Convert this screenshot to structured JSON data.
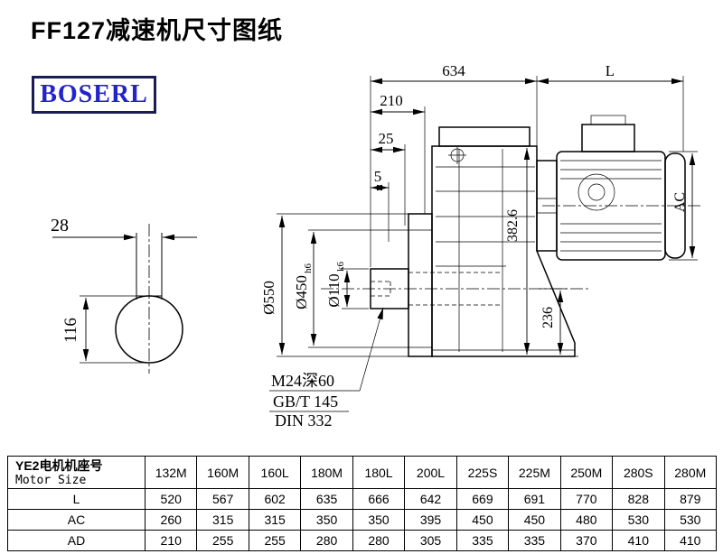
{
  "page": {
    "title": "FF127减速机尺寸图纸",
    "brand": "BOSERL"
  },
  "drawing": {
    "dims": {
      "top_width": "634",
      "motor_length": "L",
      "d210": "210",
      "d25": "25",
      "d5": "5",
      "key_width": "28",
      "key_height": "116",
      "flange_dia": "Ø550",
      "spigot_dia": "Ø450",
      "spigot_tol": "h6",
      "shaft_dia": "Ø110",
      "shaft_tol": "k6",
      "d3826": "382.6",
      "d236": "236",
      "motor_ac": "AC"
    },
    "notes": {
      "tap": "M24深60",
      "gbt": "GB/T 145",
      "din": "DIN 332"
    }
  },
  "table": {
    "header_cn": "YE2电机机座号",
    "header_en": "Motor Size",
    "columns": [
      "132M",
      "160M",
      "160L",
      "180M",
      "180L",
      "200L",
      "225S",
      "225M",
      "250M",
      "280S",
      "280M"
    ],
    "rows": [
      {
        "label": "L",
        "values": [
          520,
          567,
          602,
          635,
          666,
          642,
          669,
          691,
          770,
          828,
          879
        ]
      },
      {
        "label": "AC",
        "values": [
          260,
          315,
          315,
          350,
          350,
          395,
          450,
          450,
          480,
          530,
          530
        ]
      },
      {
        "label": "AD",
        "values": [
          210,
          255,
          255,
          280,
          280,
          305,
          335,
          335,
          370,
          410,
          410
        ]
      }
    ]
  }
}
